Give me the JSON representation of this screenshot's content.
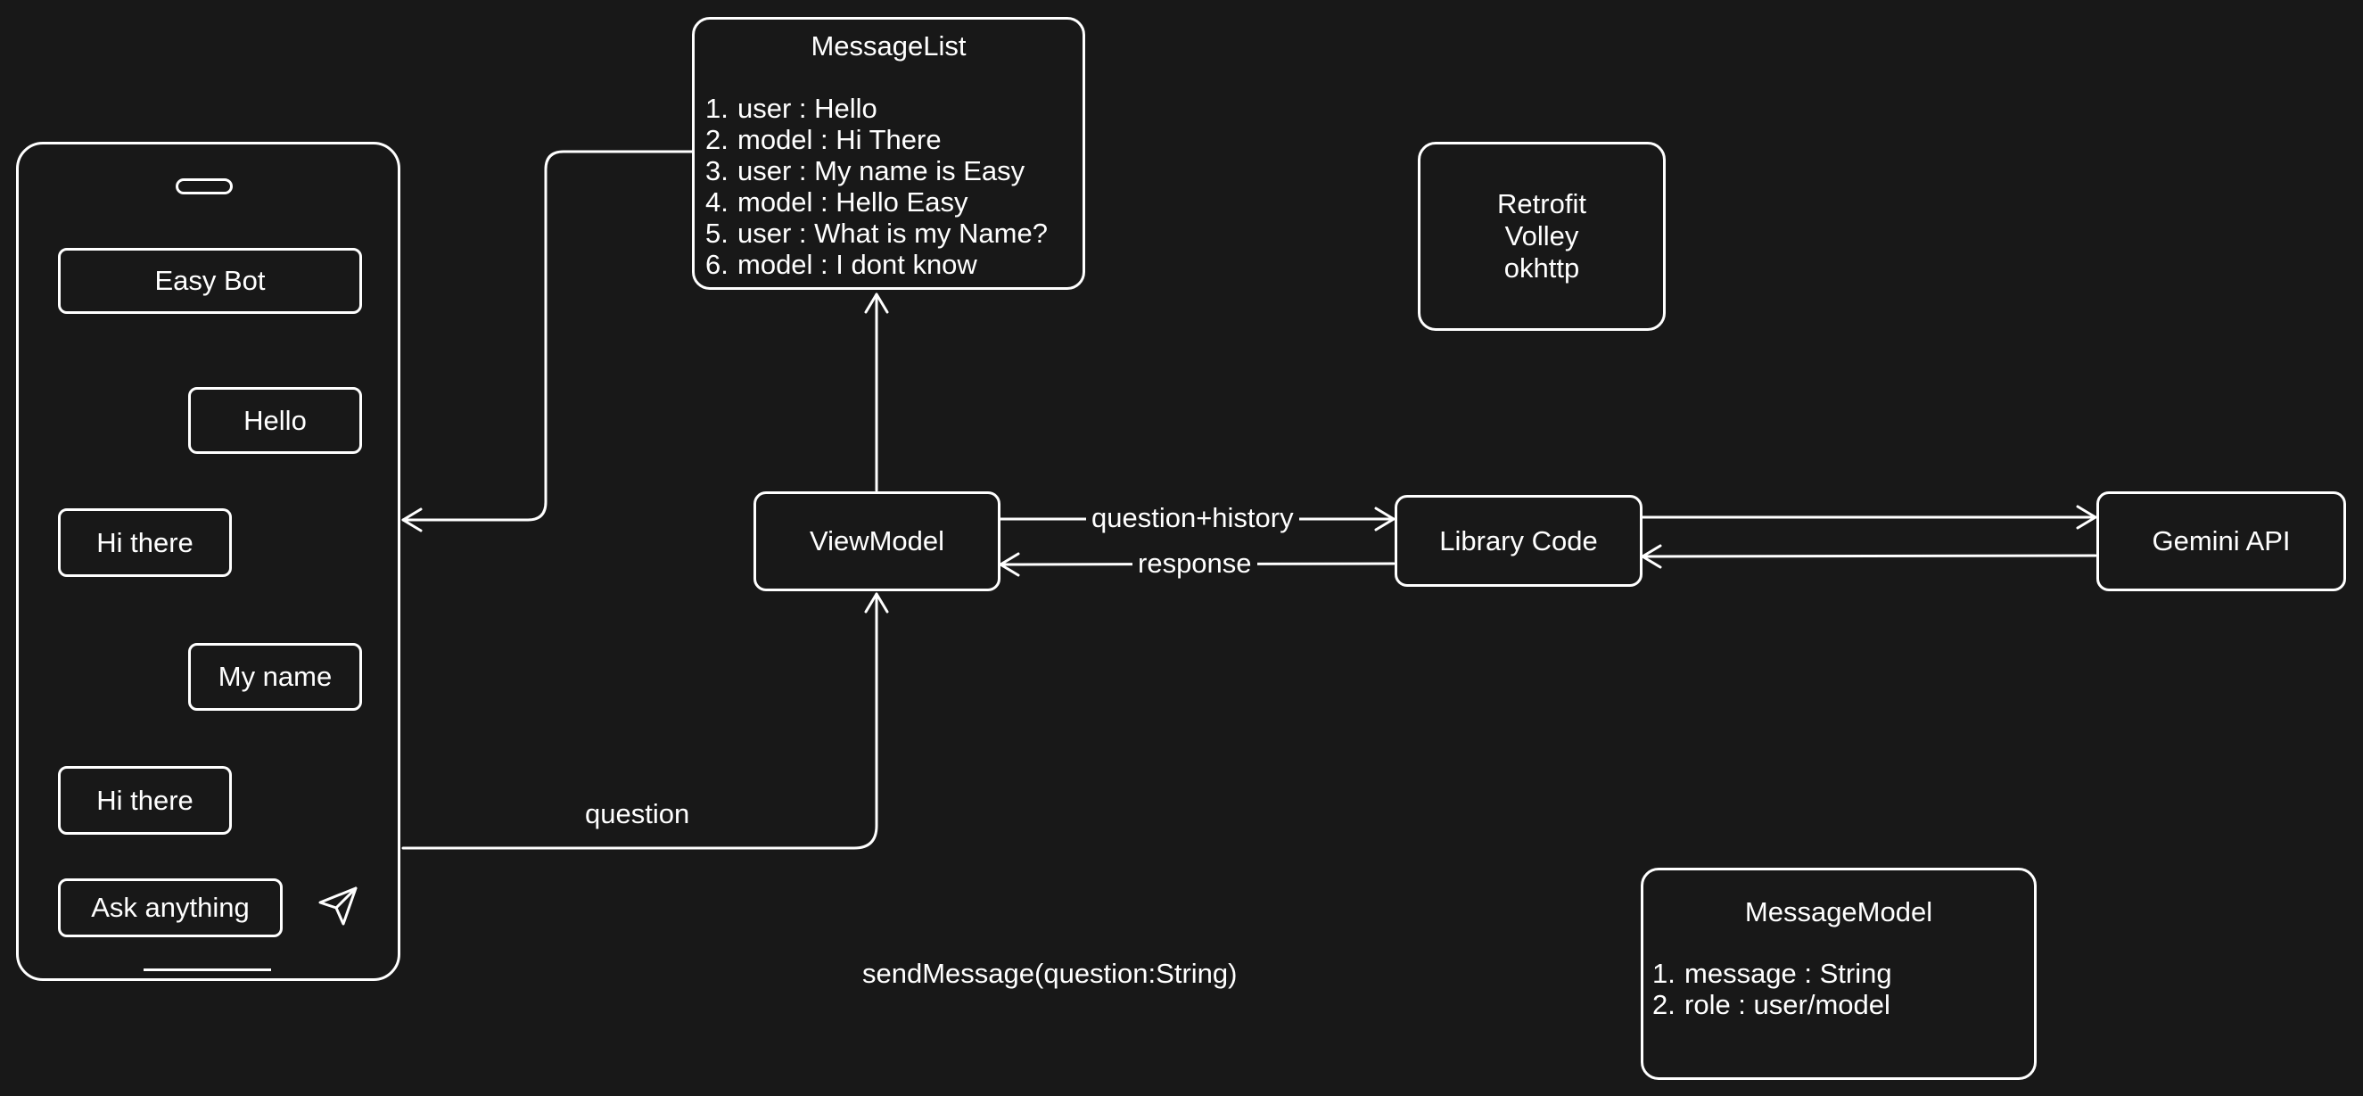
{
  "phone": {
    "header": "Easy Bot",
    "messages": [
      {
        "text": "Hello",
        "sender": "user"
      },
      {
        "text": "Hi there",
        "sender": "model"
      },
      {
        "text": "My name",
        "sender": "user"
      },
      {
        "text": "Hi there",
        "sender": "model"
      }
    ],
    "input_placeholder": "Ask anything",
    "send_icon": "send-icon"
  },
  "message_list": {
    "title": "MessageList",
    "items": [
      {
        "num": "1.",
        "text": "user : Hello"
      },
      {
        "num": "2.",
        "text": "model : Hi There"
      },
      {
        "num": "3.",
        "text": "user : My name is Easy"
      },
      {
        "num": "4.",
        "text": "model : Hello Easy"
      },
      {
        "num": "5.",
        "text": "user : What is my Name?"
      },
      {
        "num": "6.",
        "text": "model : I dont know"
      }
    ]
  },
  "libraries": [
    "Retrofit",
    "Volley",
    "okhttp"
  ],
  "view_model": "ViewModel",
  "library_code": "Library Code",
  "gemini_api": "Gemini API",
  "edges": {
    "question_history": "question+history",
    "response": "response",
    "question": "question"
  },
  "method_signature": "sendMessage(question:String)",
  "message_model": {
    "title": "MessageModel",
    "items": [
      {
        "num": "1.",
        "text": "message : String"
      },
      {
        "num": "2.",
        "text": "role : user/model"
      }
    ]
  },
  "colors": {
    "background": "#181818",
    "stroke": "#ffffff"
  }
}
